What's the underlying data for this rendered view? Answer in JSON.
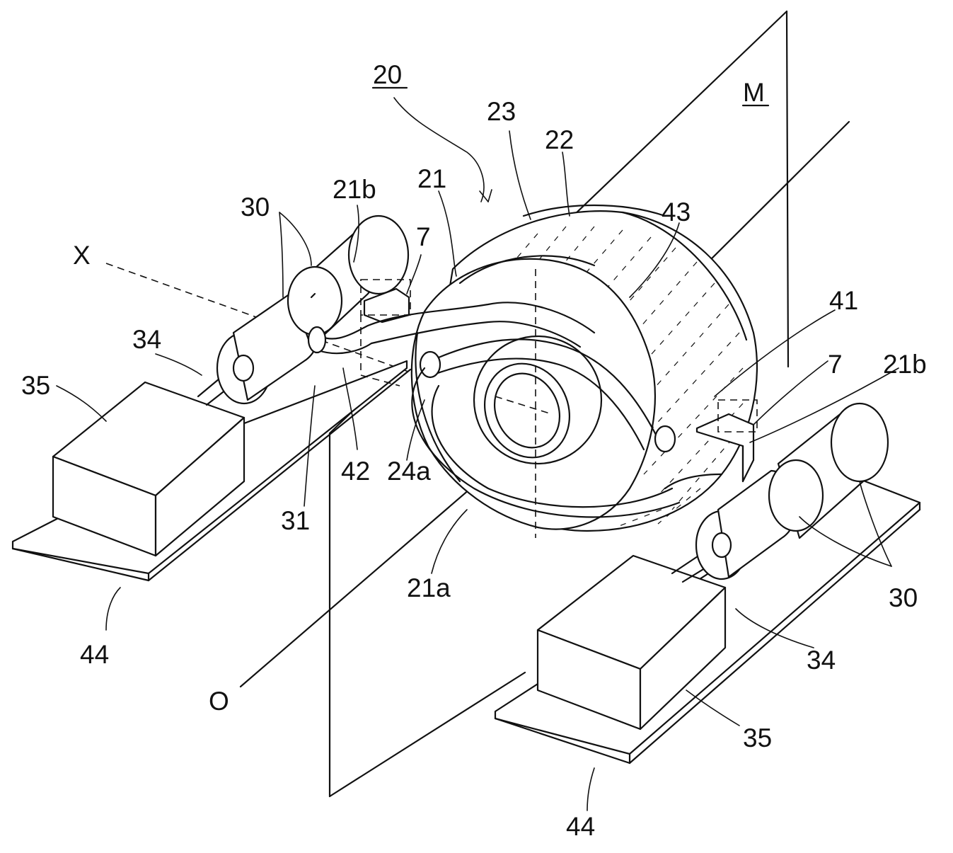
{
  "figure": {
    "colors": {
      "line": "#111111",
      "background": "#ffffff"
    },
    "labels": {
      "ref_20": "20",
      "ref_M": "M",
      "ref_23": "23",
      "ref_22": "22",
      "ref_21_top": "21",
      "ref_21b_left": "21b",
      "ref_43": "43",
      "ref_30_left": "30",
      "ref_7_left": "7",
      "ref_X": "X",
      "ref_41": "41",
      "ref_34_left": "34",
      "ref_7_right": "7",
      "ref_21b_right": "21b",
      "ref_35_left": "35",
      "ref_42": "42",
      "ref_24a": "24a",
      "ref_31": "31",
      "ref_21a": "21a",
      "ref_30_right": "30",
      "ref_44_left": "44",
      "ref_34_right": "34",
      "ref_O": "O",
      "ref_35_right": "35",
      "ref_44_right": "44"
    }
  }
}
